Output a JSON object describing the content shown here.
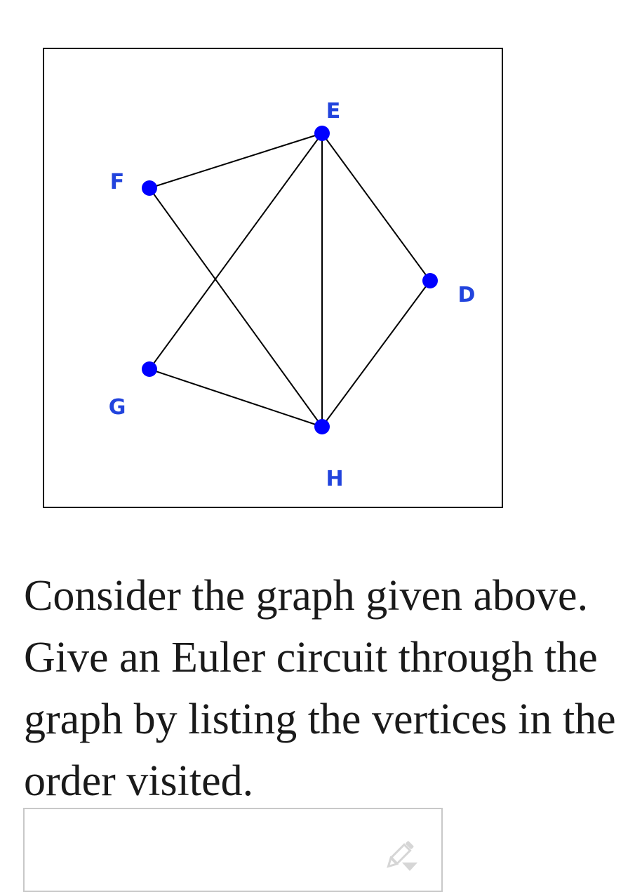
{
  "graph": {
    "vertices": [
      {
        "id": "E",
        "label": "E"
      },
      {
        "id": "F",
        "label": "F"
      },
      {
        "id": "D",
        "label": "D"
      },
      {
        "id": "G",
        "label": "G"
      },
      {
        "id": "H",
        "label": "H"
      }
    ],
    "edges": [
      [
        "F",
        "E"
      ],
      [
        "E",
        "G"
      ],
      [
        "E",
        "H"
      ],
      [
        "E",
        "D"
      ],
      [
        "F",
        "H"
      ],
      [
        "G",
        "H"
      ],
      [
        "D",
        "H"
      ]
    ],
    "vertex_color": "#0000ff",
    "label_color": "#2244dd",
    "edge_color": "#000000"
  },
  "question": {
    "text": "Consider the graph given above. Give an Euler circuit through the graph by listing the vertices in the order visited."
  },
  "answer": {
    "value": "",
    "icon": "pencil-icon"
  }
}
